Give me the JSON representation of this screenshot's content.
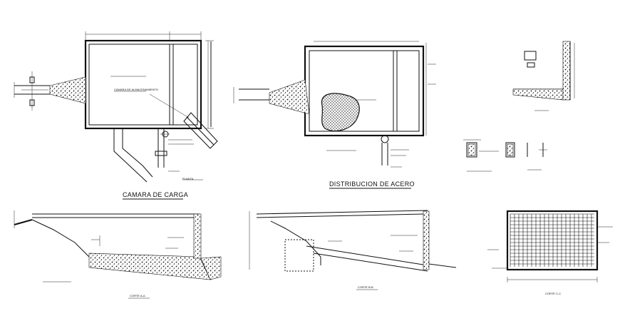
{
  "titles": {
    "camara_de_carga": "CAMARA DE CARGA",
    "distribucion_de_acero": "DISTRIBUCION DE ACERO"
  },
  "small_labels": {
    "planta": "PLANTA",
    "corte_a": "CORTE  A-A",
    "corte_b": "CORTE  B-B",
    "corte_c": "CORTE  C-C"
  }
}
